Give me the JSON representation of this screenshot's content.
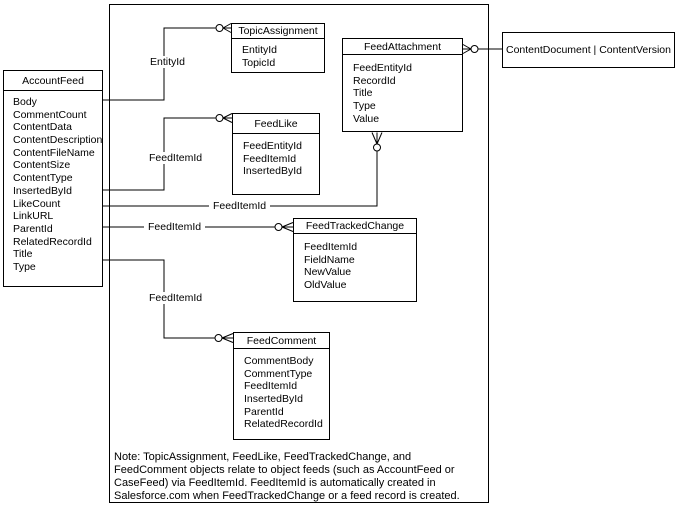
{
  "diagram": {
    "entities": {
      "accountFeed": {
        "title": "AccountFeed",
        "fields": [
          "Body",
          "CommentCount",
          "ContentData",
          "ContentDescription",
          "ContentFileName",
          "ContentSize",
          "ContentType",
          "InsertedById",
          "LikeCount",
          "LinkURL",
          "ParentId",
          "RelatedRecordId",
          "Title",
          "Type"
        ]
      },
      "topicAssignment": {
        "title": "TopicAssignment",
        "fields": [
          "EntityId",
          "TopicId"
        ]
      },
      "feedLike": {
        "title": "FeedLike",
        "fields": [
          "FeedEntityId",
          "FeedItemId",
          "InsertedById"
        ]
      },
      "feedAttachment": {
        "title": "FeedAttachment",
        "fields": [
          "FeedEntityId",
          "RecordId",
          "Title",
          "Type",
          "Value"
        ]
      },
      "contentDocument": {
        "title": "ContentDocument | ContentVersion"
      },
      "feedTrackedChange": {
        "title": "FeedTrackedChange",
        "fields": [
          "FeedItemId",
          "FieldName",
          "NewValue",
          "OldValue"
        ]
      },
      "feedComment": {
        "title": "FeedComment",
        "fields": [
          "CommentBody",
          "CommentType",
          "FeedItemId",
          "InsertedById",
          "ParentId",
          "RelatedRecordId"
        ]
      }
    },
    "connector_labels": {
      "topicAssignment": "EntityId",
      "feedLike": "FeedItemId",
      "feedAttachment": "FeedItemId",
      "feedTrackedChange": "FeedItemId",
      "feedComment": "FeedItemId"
    },
    "note": "Note: TopicAssignment, FeedLike, FeedTrackedChange, and FeedComment objects relate to object feeds (such as AccountFeed or CaseFeed) via FeedItemId. FeedItemId is automatically created in Salesforce.com when FeedTrackedChange or a feed record is created.",
    "colors": {
      "line": "#000000",
      "background": "#ffffff",
      "text": "#000000"
    }
  }
}
